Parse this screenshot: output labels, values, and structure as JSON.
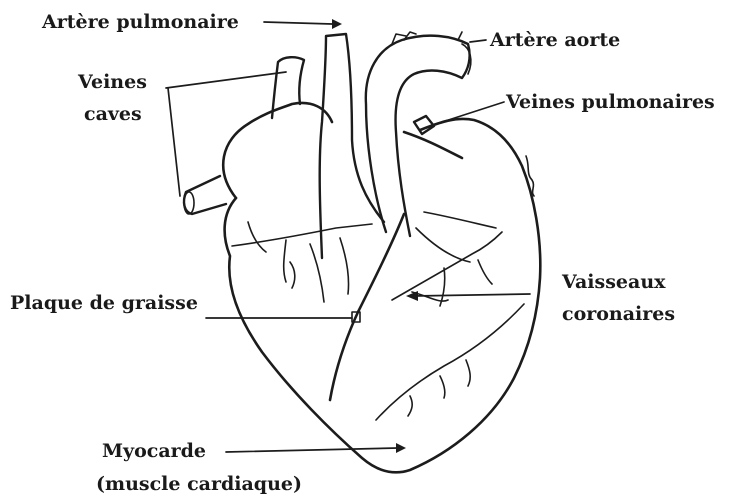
{
  "labels": {
    "pulmonary_artery": "Artère pulmonaire",
    "aorta": "Artère aorte",
    "vena_cava_line1": "Veines",
    "vena_cava_line2": "caves",
    "pulmonary_veins": "Veines pulmonaires",
    "coronary_line1": "Vaisseaux",
    "coronary_line2": "coronaires",
    "fat_pad": "Plaque de graisse",
    "myocardium_line1": "Myocarde",
    "myocardium_line2": "(muscle cardiaque)"
  },
  "colors": {
    "ink": "#1c1c1c",
    "background": "#ffffff"
  }
}
